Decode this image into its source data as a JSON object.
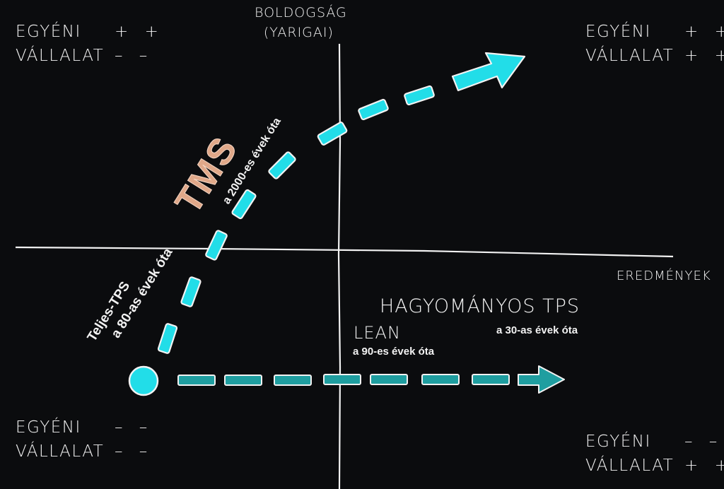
{
  "axes": {
    "y_label_line1": "BOLDOGSÁG",
    "y_label_line2": "(YARIGAI)",
    "x_label": "EREDMÉNYEK"
  },
  "quadrants": {
    "top_left": {
      "egyeni_label": "EGYÉNI",
      "egyeni_sign": "+ +",
      "vallalat_label": "VÁLLALAT",
      "vallalat_sign": "– –"
    },
    "top_right": {
      "egyeni_label": "EGYÉNI",
      "egyeni_sign": "+ +",
      "vallalat_label": "VÁLLALAT",
      "vallalat_sign": "+ +"
    },
    "bottom_left": {
      "egyeni_label": "EGYÉNI",
      "egyeni_sign": "– –",
      "vallalat_label": "VÁLLALAT",
      "vallalat_sign": "– –"
    },
    "bottom_right": {
      "egyeni_label": "EGYÉNI",
      "egyeni_sign": "– –",
      "vallalat_label": "VÁLLALAT",
      "vallalat_sign": "+ +"
    }
  },
  "paths": {
    "teljes_tps": {
      "name": "Teljes-TPS",
      "since": "a 80-as évek óta"
    },
    "tms": {
      "name": "TMS",
      "since": "a 2000-es évek óta"
    },
    "hagyomanyos": {
      "name": "HAGYOMÁNYOS TPS",
      "since": "a 30-as évek óta"
    },
    "lean": {
      "name": "LEAN",
      "since": "a 90-es évek óta"
    }
  },
  "colors": {
    "background": "#0b0c0e",
    "upper_arrow": "#22dde8",
    "lower_arrow": "#1f9ea0",
    "tms_label": "#e0a889",
    "chalk": "#f2f2f2"
  }
}
